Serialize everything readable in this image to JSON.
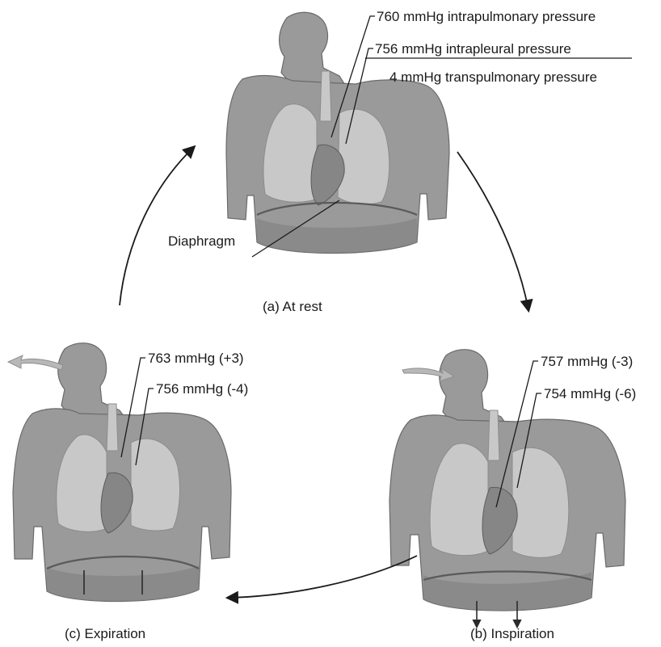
{
  "panels": {
    "rest": {
      "caption": "(a) At rest",
      "intrapulmonary": "760 mmHg  intrapulmonary pressure",
      "intrapleural": "756 mmHg intrapleural pressure",
      "transpulmonary": "4 mmHg  transpulmonary pressure",
      "diaphragm_label": "Diaphragm"
    },
    "inspiration": {
      "caption": "(b) Inspiration",
      "intrapulmonary": "757 mmHg  (-3)",
      "intrapleural": "754 mmHg  (-6)"
    },
    "expiration": {
      "caption": "(c) Expiration",
      "intrapulmonary": "763 mmHg (+3)",
      "intrapleural": "756 mmHg (-4)"
    }
  },
  "icons": {
    "cycle_arrows": "curved-arrow-icon",
    "air_flow": "airflow-arrow-icon",
    "diaphragm_motion": "down-arrow-icon"
  },
  "colors": {
    "ink": "#1a1a1a",
    "torso": "#9a9a9a",
    "lung": "#c8c8c8"
  }
}
